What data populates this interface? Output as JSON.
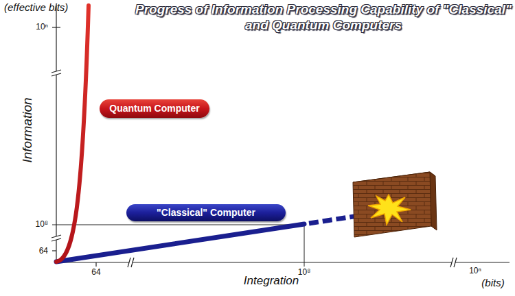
{
  "diagram": {
    "title": "Progress of Information Processing Capability of \"Classical\" and Quantum Computers",
    "nodes": [
      {
        "text": [
          "Quantum Computer"
        ]
      },
      {
        "text": [
          "\"Classical\" Computer"
        ]
      }
    ],
    "labels": [
      "(effective bits)",
      "10ⁿ",
      "Information",
      "10⁸",
      "64",
      "64",
      "10⁸",
      "Integration",
      "10ⁿ",
      "(bits)"
    ]
  }
}
